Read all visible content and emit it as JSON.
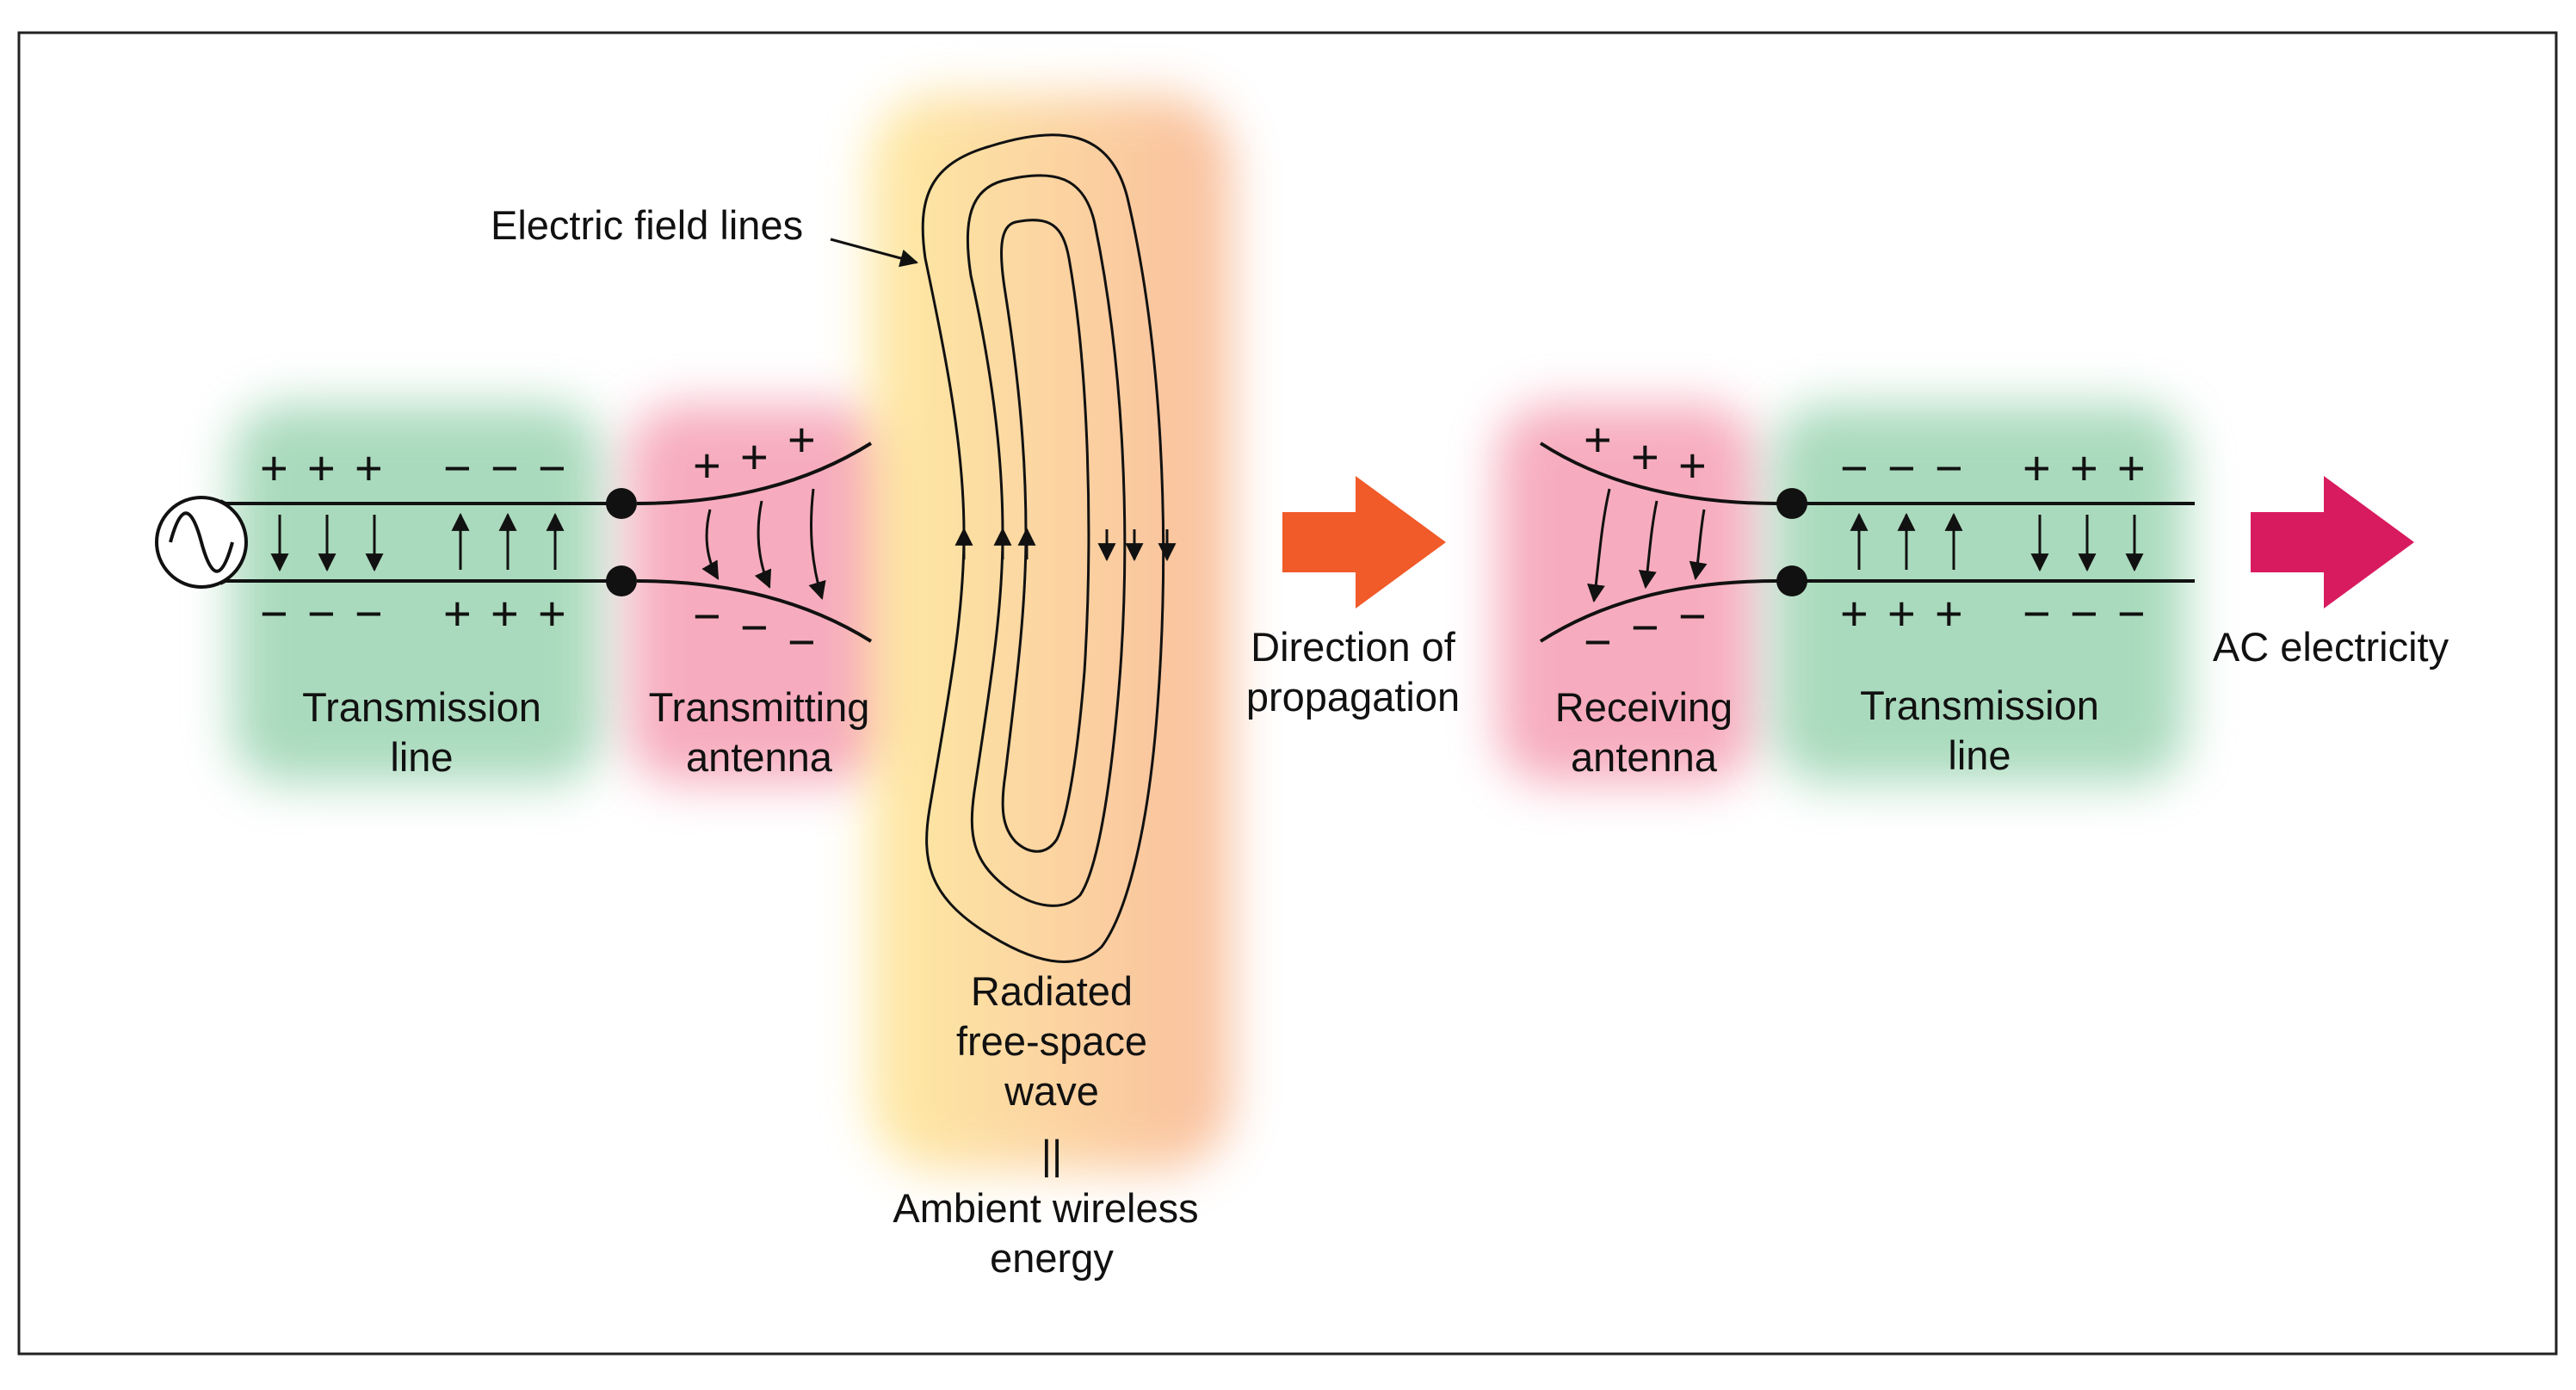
{
  "labels": {
    "electric_field_lines": "Electric field lines",
    "tx_line_l1": "Transmission",
    "tx_line_l2": "line",
    "tx_ant_l1": "Transmitting",
    "tx_ant_l2": "antenna",
    "wave_l1": "Radiated",
    "wave_l2": "free-space",
    "wave_l3": "wave",
    "equals": "||",
    "ambient_l1": "Ambient wireless",
    "ambient_l2": "energy",
    "direction_l1": "Direction of",
    "direction_l2": "propagation",
    "rx_ant_l1": "Receiving",
    "rx_ant_l2": "antenna",
    "rx_line_l1": "Transmission",
    "rx_line_l2": "line",
    "ac_electricity": "AC electricity"
  },
  "signs": {
    "plus": "+",
    "minus": "−"
  },
  "colors": {
    "transmission_line_glow": "#7dc79a",
    "antenna_glow": "#f2819c",
    "wave_glow_left": "#ffe27a",
    "wave_glow_right": "#f7a070",
    "propagation_arrow": "#f15a29",
    "ac_arrow": "#d81b5f"
  },
  "icons": {
    "ac_source": "ac-voltage-source-icon"
  }
}
